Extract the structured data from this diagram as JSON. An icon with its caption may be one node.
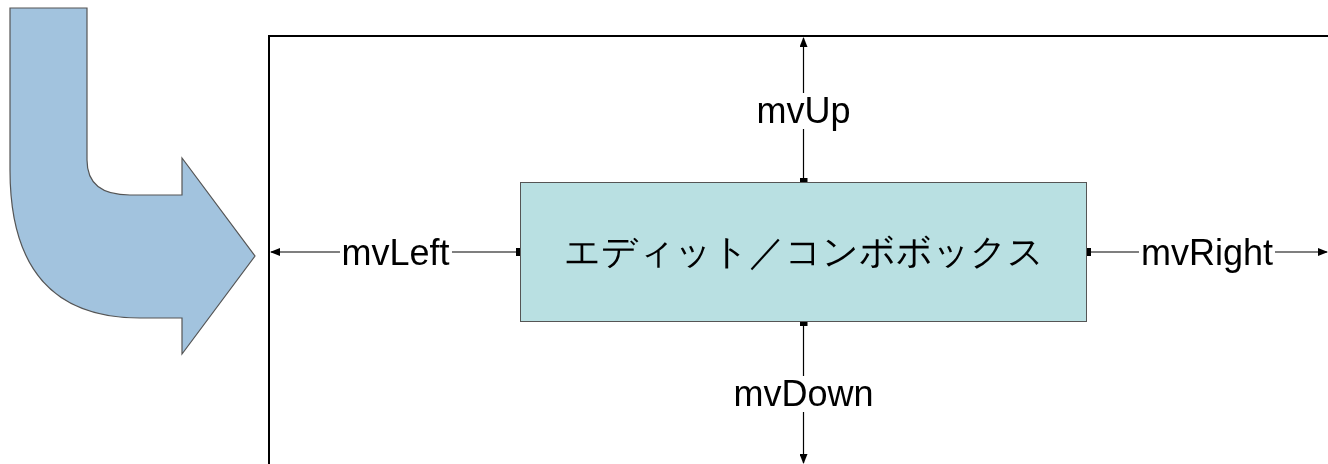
{
  "diagram": {
    "nodes": [
      {
        "text": [],
        "shape": "box"
      },
      {
        "text": [
          "エディット／コンボボックス"
        ],
        "in": 0
      }
    ],
    "edges": [
      {
        "from": 1,
        "to": 0,
        "arrow": "to",
        "label": "mvUp"
      },
      {
        "from": 1,
        "to": 0,
        "arrow": "to",
        "label": "mvLeft"
      },
      {
        "from": 1,
        "to": 0,
        "arrow": "to",
        "label": "mvRight"
      },
      {
        "from": 1,
        "to": 0,
        "arrow": "to",
        "label": "mvDown"
      }
    ]
  }
}
